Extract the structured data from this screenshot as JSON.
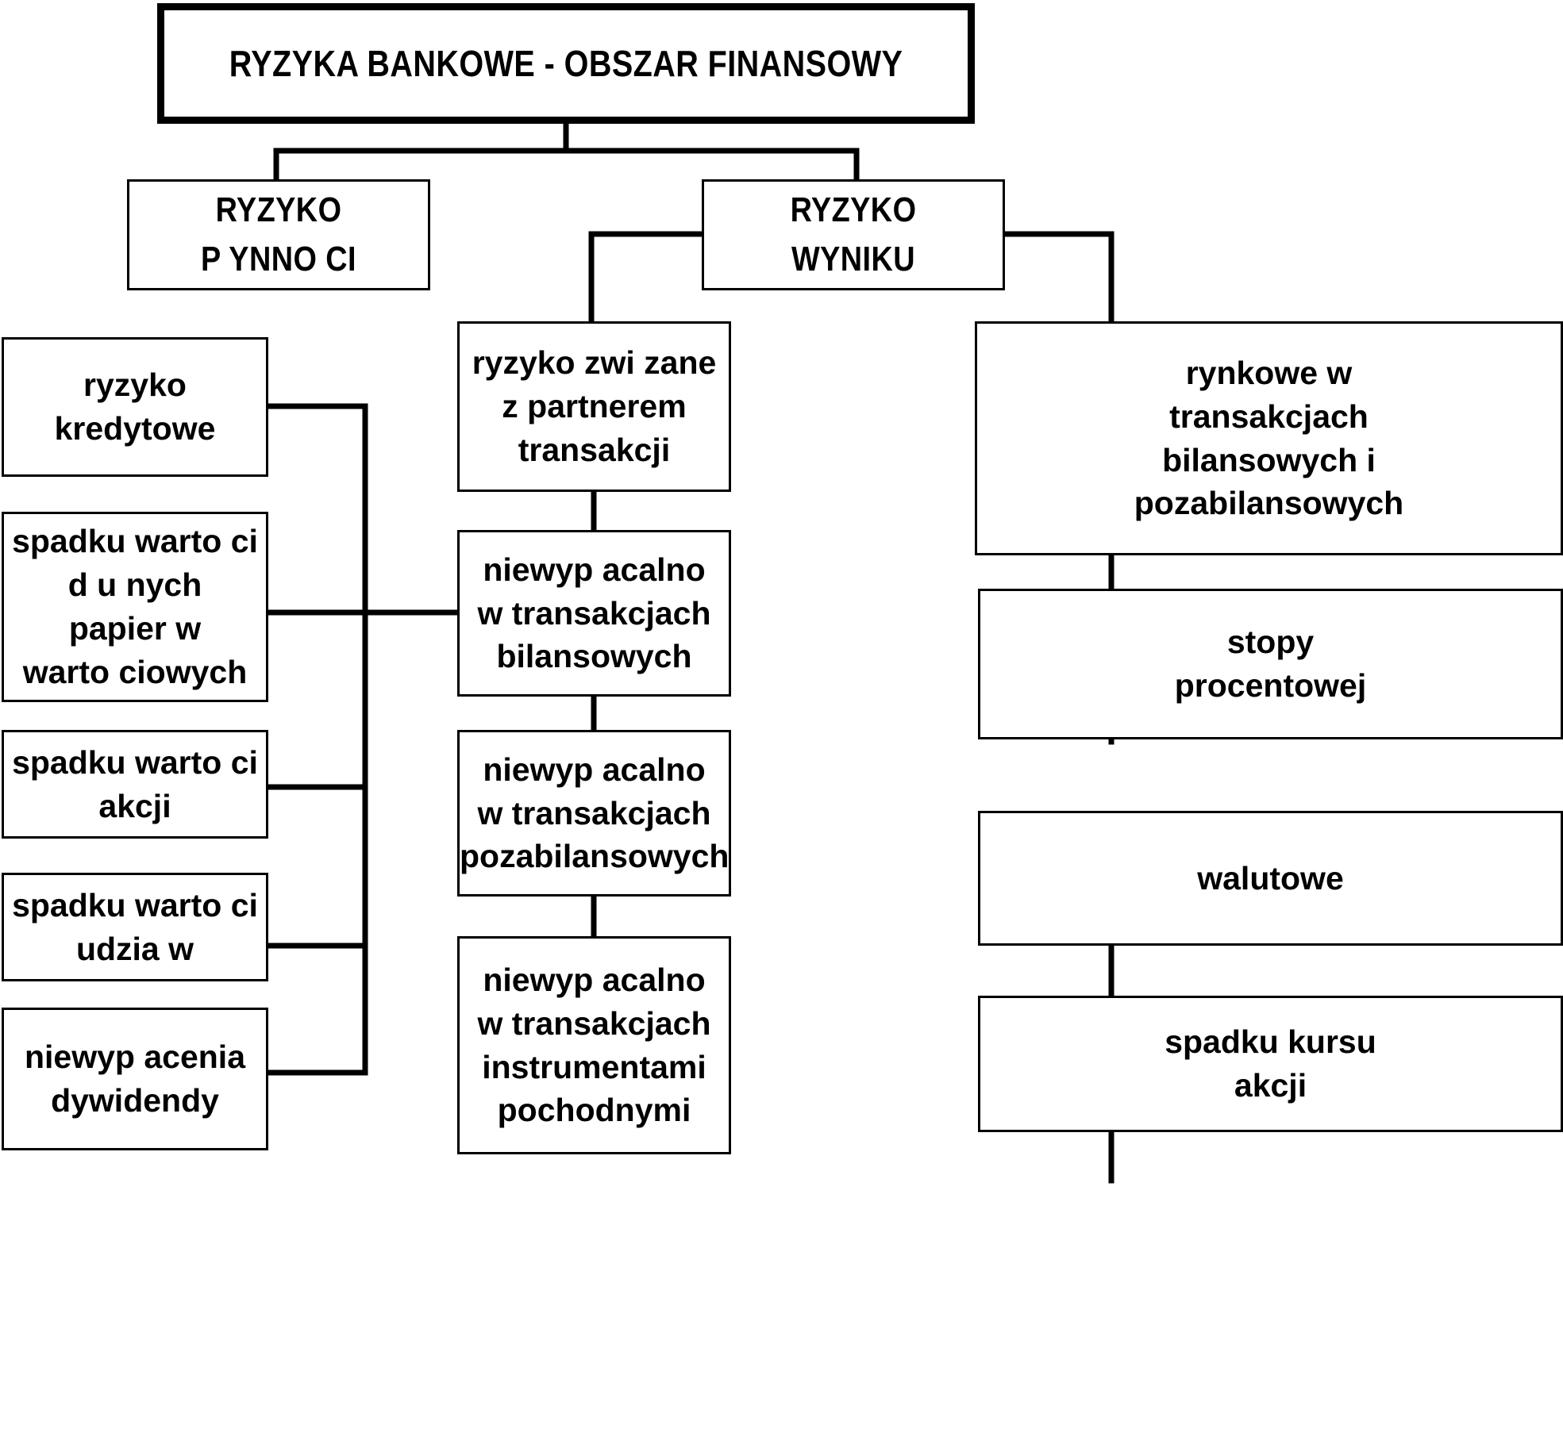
{
  "diagram": {
    "type": "hierarchy-tree",
    "title": "RYZYKA BANKOWE - OBSZAR FINANSOWY",
    "root": {
      "id": "root",
      "label": "RYZYKA BANKOWE - OBSZAR FINANSOWY"
    },
    "level2": [
      {
        "id": "ryzyko-plynnosci",
        "label": "RYZYKO\nP  YNNO  CI"
      },
      {
        "id": "ryzyko-wyniku",
        "label": "RYZYKO\nWYNIKU"
      }
    ],
    "columns": {
      "left": {
        "id": "column-left",
        "parent": "ryzyko-plynnosci",
        "items": [
          {
            "id": "ryzyko-kredytowe",
            "label": "ryzyko\nkredytowe"
          },
          {
            "id": "spadku-wartosci-dluznych-papierow",
            "label": "spadku warto  ci\nd  u  nych\npapier  w\nwarto  ciowych"
          },
          {
            "id": "spadku-wartosci-akcji",
            "label": "spadku warto  ci\nakcji"
          },
          {
            "id": "spadku-wartosci-udzialow",
            "label": "spadku warto  ci\nudzia    w"
          },
          {
            "id": "niewyplacenia-dywidendy",
            "label": "niewyp  acenia\ndywidendy"
          }
        ]
      },
      "middle": {
        "id": "column-middle",
        "parent": "ryzyko-wyniku",
        "items": [
          {
            "id": "ryzyko-zwiazane-z-partnerem",
            "label": "ryzyko zwi  zane\nz partnerem\ntransakcji"
          },
          {
            "id": "niewyplacalnosc-bilansowe",
            "label": "niewyp  acalno\nw transakcjach\nbilansowych"
          },
          {
            "id": "niewyplacalnosc-pozabilansowe",
            "label": "niewyp  acalno\nw transakcjach\npozabilansowych"
          },
          {
            "id": "niewyplacalnosc-pochodne",
            "label": "niewyp  acalno\nw transakcjach\ninstrumentami\npochodnymi"
          }
        ]
      },
      "right": {
        "id": "column-right",
        "parent": "ryzyko-wyniku",
        "items": [
          {
            "id": "rynkowe-bilansowe-pozabilansowe",
            "label": "rynkowe w\ntransakcjach\nbilansowych i\npozabilansowych"
          },
          {
            "id": "stopy-procentowej",
            "label": "stopy\nprocentowej"
          },
          {
            "id": "walutowe",
            "label": "walutowe"
          },
          {
            "id": "spadku-kursu-akcji",
            "label": "spadku kursu\nakcji"
          }
        ]
      }
    },
    "colors": {
      "background": "#ffffff",
      "stroke": "#000000",
      "text": "#000000"
    }
  }
}
